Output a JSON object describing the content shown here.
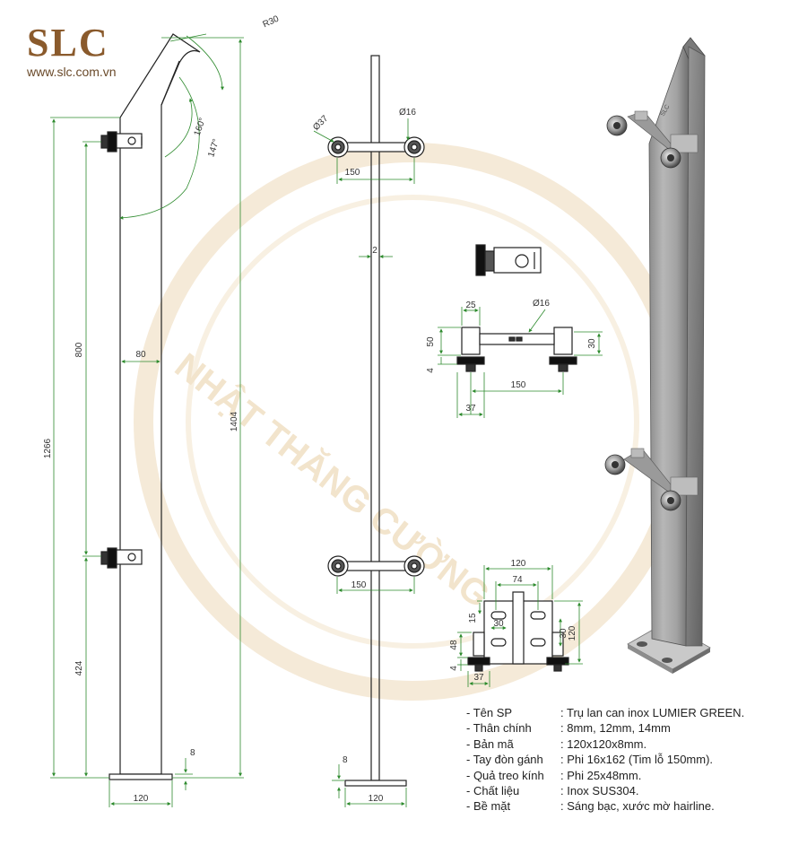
{
  "logo": {
    "letters": "SLC",
    "url": "www.slc.com.vn"
  },
  "watermark": "NHẬT THĂNG CƯỜNG",
  "colors": {
    "dimension": "#2e8b2e",
    "outline": "#222222",
    "brand": "#8a5a2c",
    "watermark": "#f3e6cf"
  },
  "left_view": {
    "dims": {
      "radius": "R30",
      "angle_outer": "160°",
      "angle_inner": "147°",
      "width": "80",
      "upper": "800",
      "total": "1266",
      "height": "1404",
      "lower": "424",
      "plate_thickness": "8",
      "plate_width": "120"
    }
  },
  "middle_view": {
    "dims": {
      "holder_dia": "Ø37",
      "rod_dia": "Ø16",
      "spacing_top": "150",
      "tube": "2",
      "spacing_bottom": "150",
      "plate_thickness": "8",
      "plate_width": "120"
    }
  },
  "detail_arm": {
    "dims": {
      "d25": "25",
      "d16": "Ø16",
      "d50": "50",
      "d30": "30",
      "d4": "4",
      "d150": "150",
      "d37": "37"
    }
  },
  "detail_plate": {
    "dims": {
      "d120_top": "120",
      "d74": "74",
      "d15": "15",
      "d30_h": "30",
      "d30_v": "30",
      "d120_side": "120",
      "d48": "48",
      "d4": "4",
      "d37": "37"
    }
  },
  "specs": [
    {
      "label": "- Tên SP",
      "value": ": Trụ lan can inox LUMIER GREEN."
    },
    {
      "label": "- Thân chính",
      "value": ": 8mm, 12mm, 14mm"
    },
    {
      "label": "- Bản mã",
      "value": ": 120x120x8mm."
    },
    {
      "label": "- Tay đòn gánh",
      "value": ": Phi 16x162 (Tim lỗ 150mm)."
    },
    {
      "label": "- Quả treo kính",
      "value": ": Phi 25x48mm."
    },
    {
      "label": "- Chất liệu",
      "value": ": Inox SUS304."
    },
    {
      "label": "- Bề mặt",
      "value": ": Sáng bạc, xước mờ hairline."
    }
  ]
}
